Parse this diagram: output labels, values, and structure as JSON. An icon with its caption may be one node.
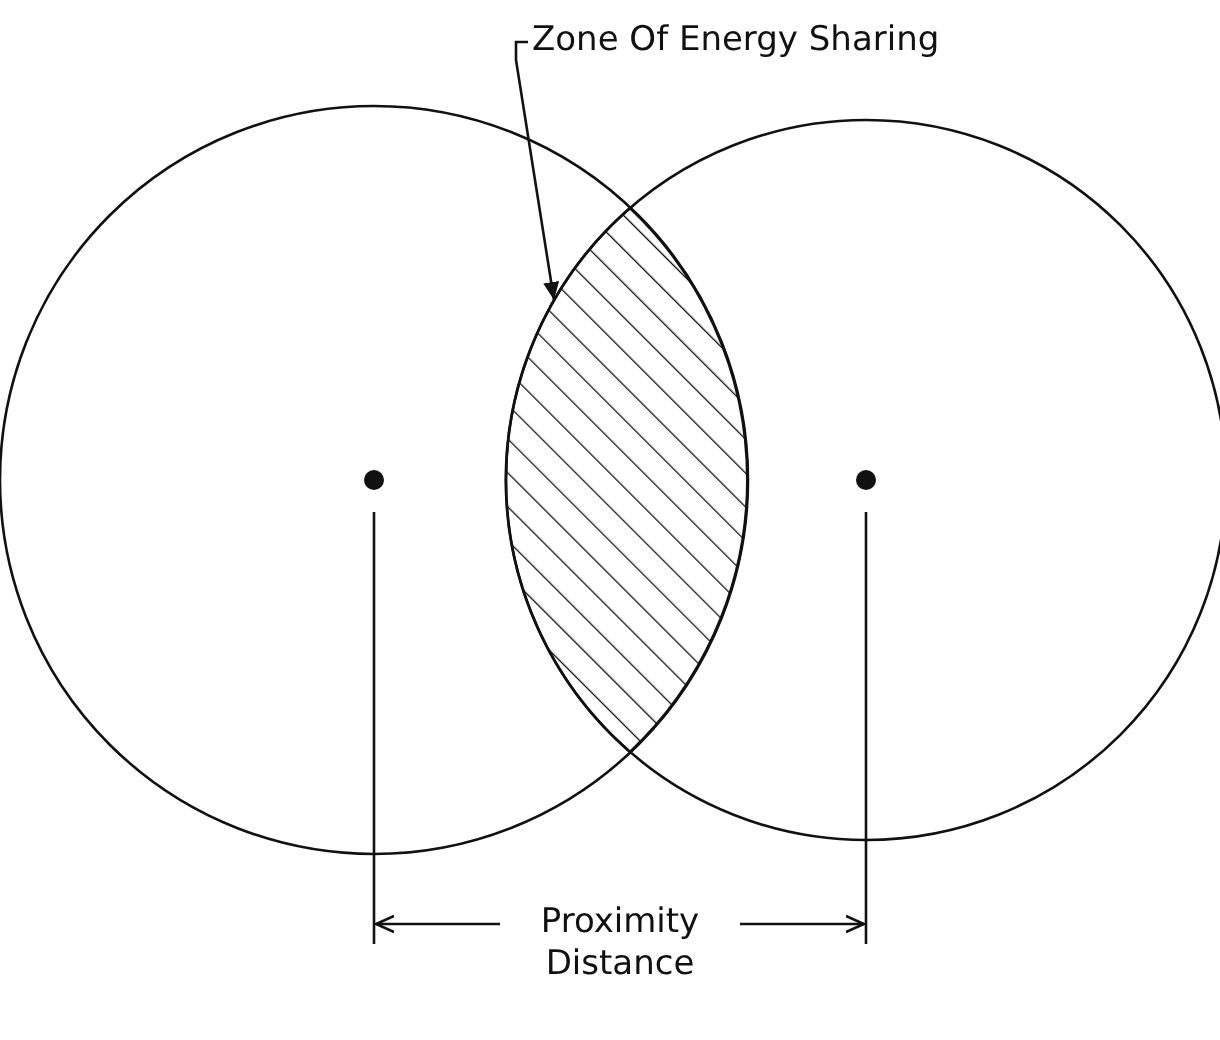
{
  "diagram": {
    "nodes": [
      {
        "text": [
          "Zone Of Energy Sharing"
        ]
      },
      {
        "text": [],
        "shape": "lens"
      }
    ],
    "edges": [
      {
        "from": 0,
        "to": 1,
        "arrow": "to"
      }
    ],
    "labels": [
      "Proximity Distance"
    ]
  }
}
